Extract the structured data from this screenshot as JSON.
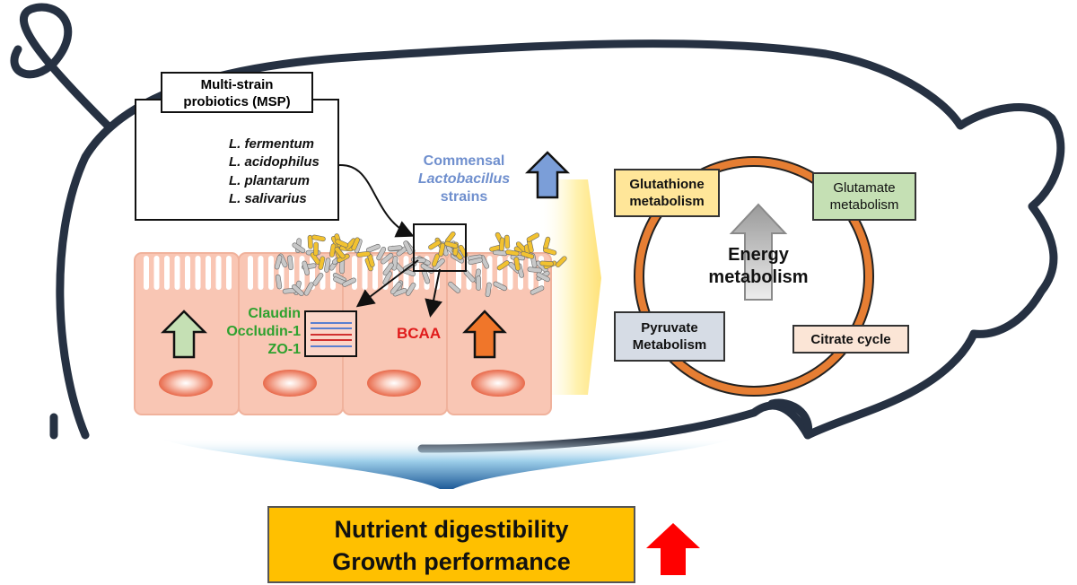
{
  "msp": {
    "title_line1": "Multi-strain",
    "title_line2": "probiotics (MSP)",
    "strains": [
      "L. fermentum",
      "L. acidophilus",
      "L. plantarum",
      "L. salivarius"
    ]
  },
  "commensal": {
    "line1": "Commensal",
    "line2": "Lactobacillus",
    "line3": "strains"
  },
  "tight_junctions": [
    "Claudin",
    "Occludin-1",
    "ZO-1"
  ],
  "bcaa": "BCAA",
  "metabolism": {
    "center_line1": "Energy",
    "center_line2": "metabolism",
    "glutathione_line1": "Glutathione",
    "glutathione_line2": "metabolism",
    "glutamate_line1": "Glutamate",
    "glutamate_line2": "metabolism",
    "pyruvate_line1": "Pyruvate",
    "pyruvate_line2": "Metabolism",
    "citrate": "Citrate cycle"
  },
  "outcome": {
    "line1": "Nutrient digestibility",
    "line2": "Growth performance"
  },
  "colors": {
    "pig_outline": "#263142",
    "cell_fill": "#f9c6b4",
    "nucleus": "#e8694a",
    "orange": "#e67e33",
    "green_text": "#2ea12e",
    "red_text": "#e01b1b",
    "blue_text": "#6f8fce",
    "outcome_fill": "#ffc000",
    "red_arrow": "#ff0000"
  }
}
